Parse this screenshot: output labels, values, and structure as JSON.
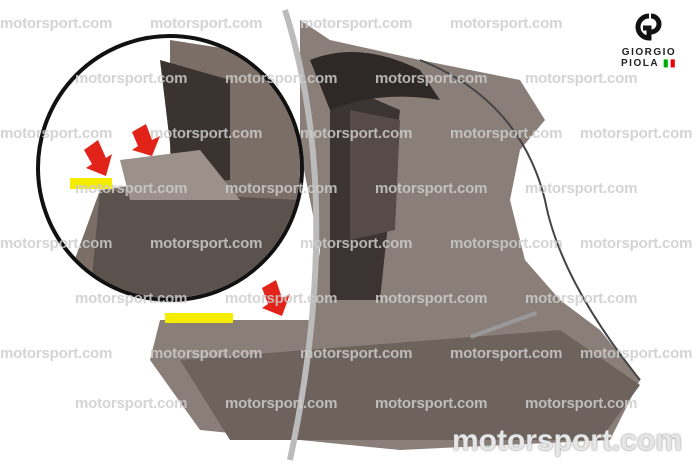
{
  "watermark": "motorsport.com",
  "logo": {
    "first": "GIORGIO",
    "last": "PIOLA"
  },
  "colors": {
    "arrow": "#e2231a",
    "highlight": "#f5ec00",
    "floor": "#7a6e66",
    "floor_dark": "#3a3330"
  }
}
